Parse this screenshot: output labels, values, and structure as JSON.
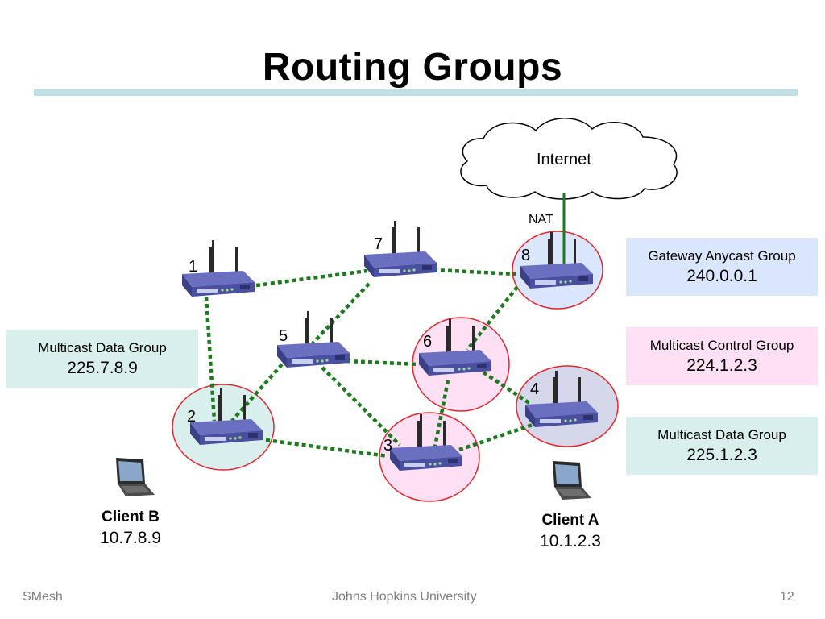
{
  "slide": {
    "title": "Routing Groups",
    "footer_left": "SMesh",
    "footer_center": "Johns Hopkins University",
    "footer_right": "12"
  },
  "network": {
    "cloud_label": "Internet",
    "uplink_label": "NAT",
    "nodes": [
      "1",
      "2",
      "3",
      "4",
      "5",
      "6",
      "7",
      "8"
    ]
  },
  "groups": {
    "gateway": {
      "title": "Gateway Anycast Group",
      "address": "240.0.0.1",
      "color": "#dae6fb"
    },
    "control": {
      "title": "Multicast Control Group",
      "address": "224.1.2.3",
      "color": "#fde0f3"
    },
    "data_a": {
      "title": "Multicast Data Group",
      "address": "225.1.2.3",
      "color": "#d9efee"
    },
    "data_b": {
      "title": "Multicast Data Group",
      "address": "225.7.8.9",
      "color": "#d9efee"
    }
  },
  "clients": {
    "a": {
      "name": "Client A",
      "ip": "10.1.2.3"
    },
    "b": {
      "name": "Client B",
      "ip": "10.7.8.9"
    }
  },
  "colors": {
    "link": "#1e7a1e",
    "uplink": "#1e7a1e",
    "circle_stroke": "#e3262e",
    "router_body": "#4a4fa0"
  }
}
